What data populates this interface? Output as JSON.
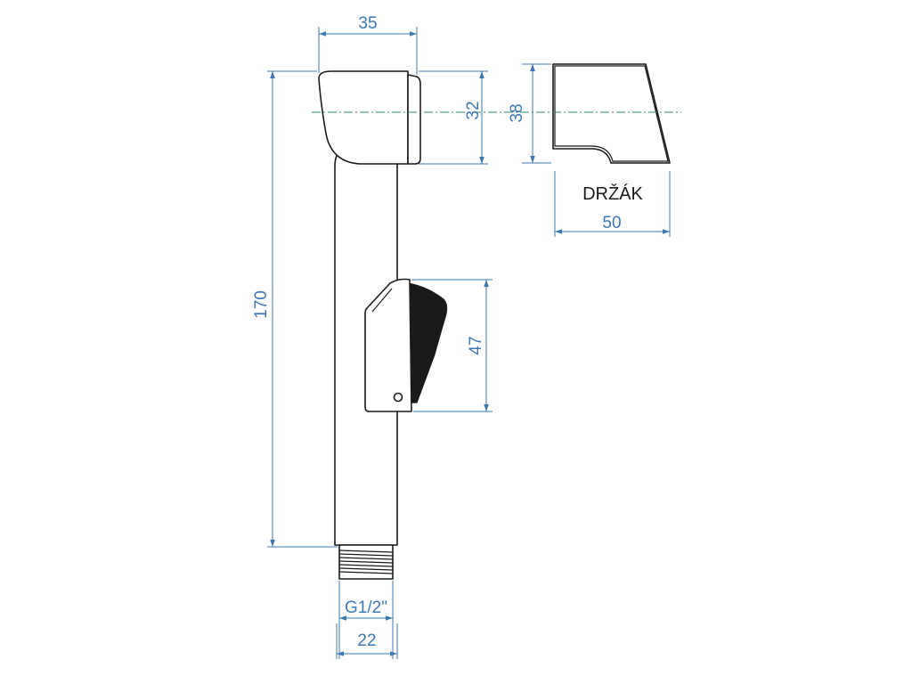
{
  "colors": {
    "dimension": "#3a78b5",
    "outline": "#1a1a1a",
    "axis": "#2e8b6e",
    "trigger": "#1a1a1a"
  },
  "dimensions": {
    "head_width": "35",
    "head_height": "32",
    "holder_height": "38",
    "holder_width": "50",
    "total_length": "170",
    "trigger_height": "47",
    "thread": "G1/2\"",
    "thread_width": "22"
  },
  "labels": {
    "holder": "DRŽÁK"
  }
}
